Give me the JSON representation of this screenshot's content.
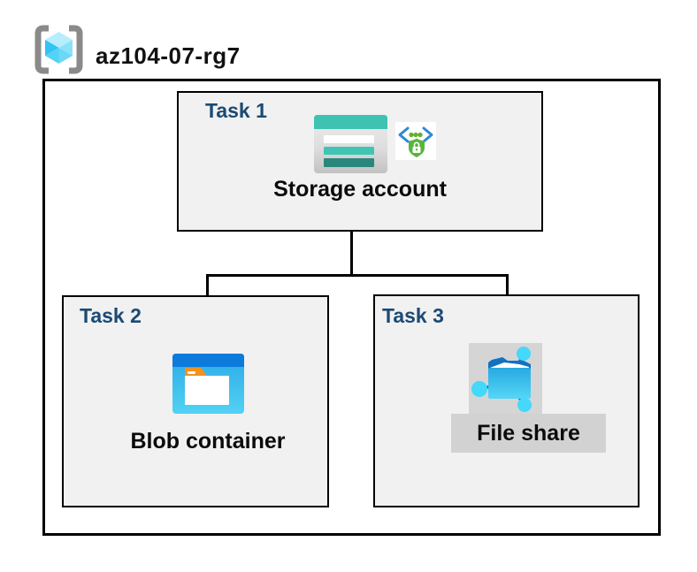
{
  "header": {
    "resource_group_name": "az104-07-rg7",
    "resource_group_icon": "resource-group-icon"
  },
  "diagram": {
    "tasks": [
      {
        "label": "Task 1",
        "node_label": "Storage account",
        "icons": [
          "storage-account-icon",
          "secure-endpoint-icon"
        ]
      },
      {
        "label": "Task 2",
        "node_label": "Blob container",
        "icons": [
          "blob-container-icon"
        ]
      },
      {
        "label": "Task 3",
        "node_label": "File share",
        "icons": [
          "file-share-icon"
        ]
      }
    ],
    "connections": [
      {
        "from": "Storage account",
        "to": "Blob container"
      },
      {
        "from": "Storage account",
        "to": "File share"
      }
    ],
    "colors": {
      "task_label_blue": "#1b4a73",
      "task_box_fill": "#f1f1f1",
      "border_black": "#000000",
      "storage_teal": "#3ec3b3",
      "storage_teal_dark": "#2a877c",
      "blob_title_blue": "#0c7bdb",
      "blob_body_cyan": "#3ec9f0",
      "folder_tab_orange": "#f0921e",
      "fileshare_node_cyan": "#44d8fb",
      "fileshare_folder_blue": "#1172c2",
      "shield_green": "#58b43f",
      "bracket_blue": "#2d89d8",
      "cube_cyan": "#39c9f3",
      "rg_bracket_gray": "#8a8a8a",
      "icon_bg_gray": "#d5d5d5"
    }
  }
}
